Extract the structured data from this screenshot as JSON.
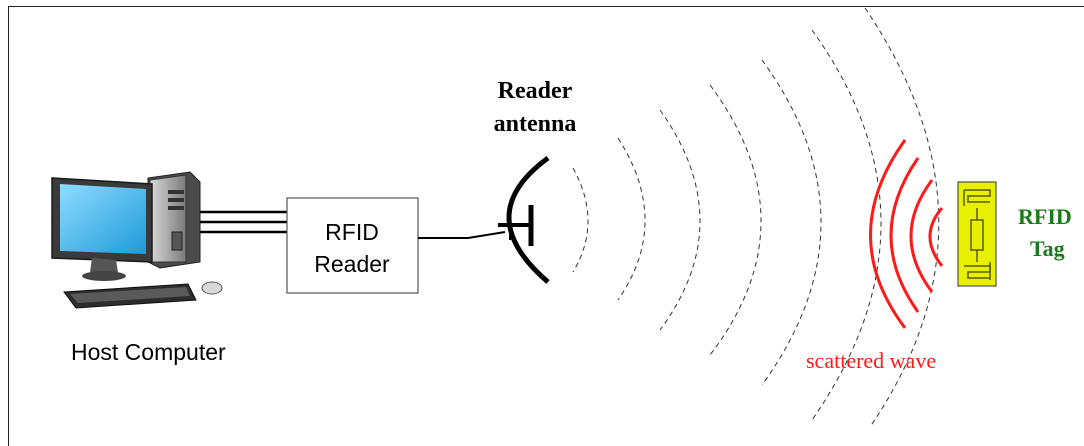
{
  "diagram": {
    "host_computer_label": "Host Computer",
    "reader_label_line1": "RFID",
    "reader_label_line2": "Reader",
    "antenna_label_line1": "Reader",
    "antenna_label_line2": "antenna",
    "tag_label_line1": "RFID",
    "tag_label_line2": "Tag",
    "scattered_label": "scattered wave"
  },
  "colors": {
    "scattered_wave": "#ff1a1a",
    "tag_fill": "#e6f000",
    "tag_label": "#1a7a1a",
    "monitor_screen": "#35b4f0"
  }
}
